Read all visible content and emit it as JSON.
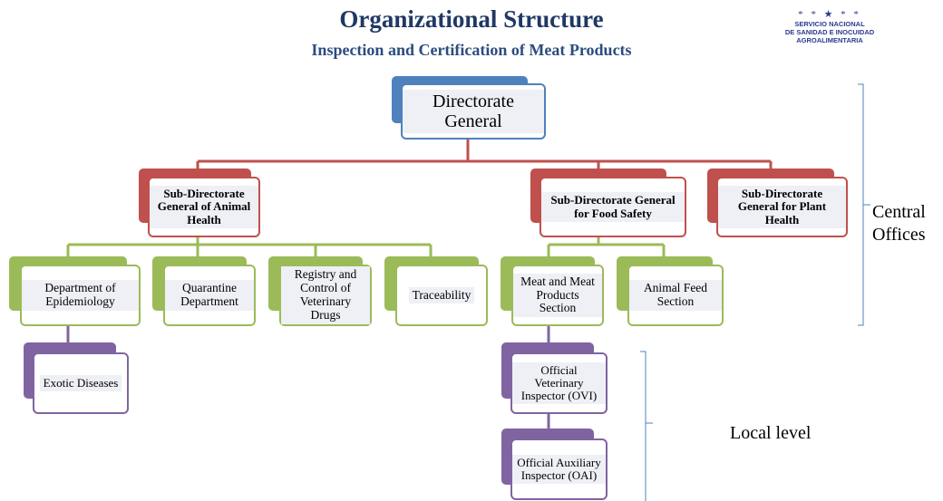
{
  "header": {
    "title": "Organizational Structure",
    "subtitle": "Inspection and Certification of Meat Products"
  },
  "logo": {
    "stars": "* * ★ * *",
    "line1": "SERVICIO NACIONAL",
    "line2": "DE SANIDAD E INOCUIDAD",
    "line3": "AGROALIMENTARIA"
  },
  "org": {
    "directorate": "Directorate General",
    "sub_animal_health": "Sub-Directorate General of Animal Health",
    "sub_food_safety": "Sub-Directorate General for Food Safety",
    "sub_plant_health": "Sub-Directorate General for Plant Health",
    "dept_epidemiology": "Department of Epidemiology",
    "dept_quarantine": "Quarantine Department",
    "dept_registry": "Registry and Control of Veterinary Drugs",
    "dept_traceability": "Traceability",
    "section_meat": "Meat and Meat Products Section",
    "section_feed": "Animal Feed Section",
    "exotic_diseases": "Exotic Diseases",
    "ovi": "Official Veterinary Inspector (OVI)",
    "oai": "Official Auxiliary Inspector (OAI)"
  },
  "levels": {
    "central": "Central Offices",
    "local": "Local level"
  },
  "colors": {
    "blue": "#4f81bd",
    "red": "#c0504d",
    "green": "#9bbb59",
    "purple": "#8064a2",
    "title": "#1f3864"
  }
}
